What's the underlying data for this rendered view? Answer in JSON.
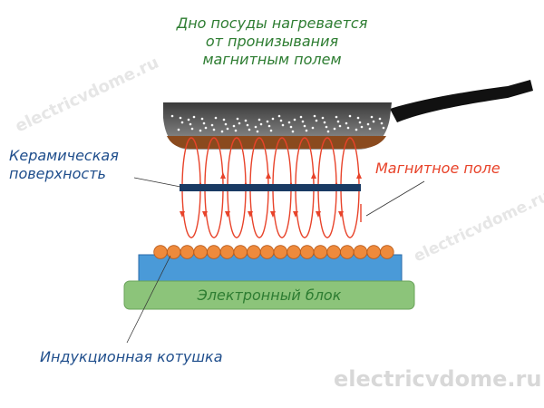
{
  "title_lines": [
    "Дно посуды нагревается",
    "от пронизывания",
    "магнитным полем"
  ],
  "labels": {
    "ceramic": [
      "Керамическая",
      "поверхность"
    ],
    "magnetic_field": "Магнитное поле",
    "electronic_block": "Электронный блок",
    "induction_coil": "Индукционная котушка"
  },
  "watermark": "electricvdome.ru",
  "colors": {
    "pan": "#555555",
    "pan_bottom": "#8a4a1e",
    "ceramic": "#1a3a63",
    "field": "#e8432a",
    "coil": "#ee8a3c",
    "base": "#4a9ad8",
    "block": "#8cc47a"
  }
}
